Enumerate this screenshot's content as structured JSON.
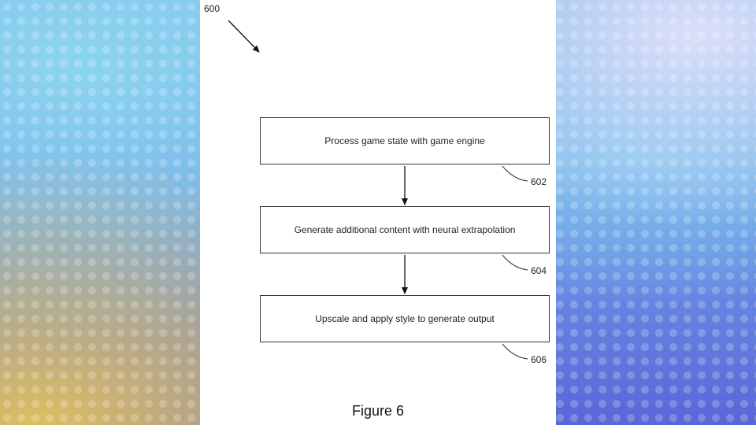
{
  "diagram": {
    "figure_ref": "600",
    "steps": [
      {
        "label": "Process game state with game engine",
        "ref": "602"
      },
      {
        "label": "Generate additional content with neural extrapolation",
        "ref": "604"
      },
      {
        "label": "Upscale and apply style to generate output",
        "ref": "606"
      }
    ],
    "caption": "Figure 6"
  }
}
